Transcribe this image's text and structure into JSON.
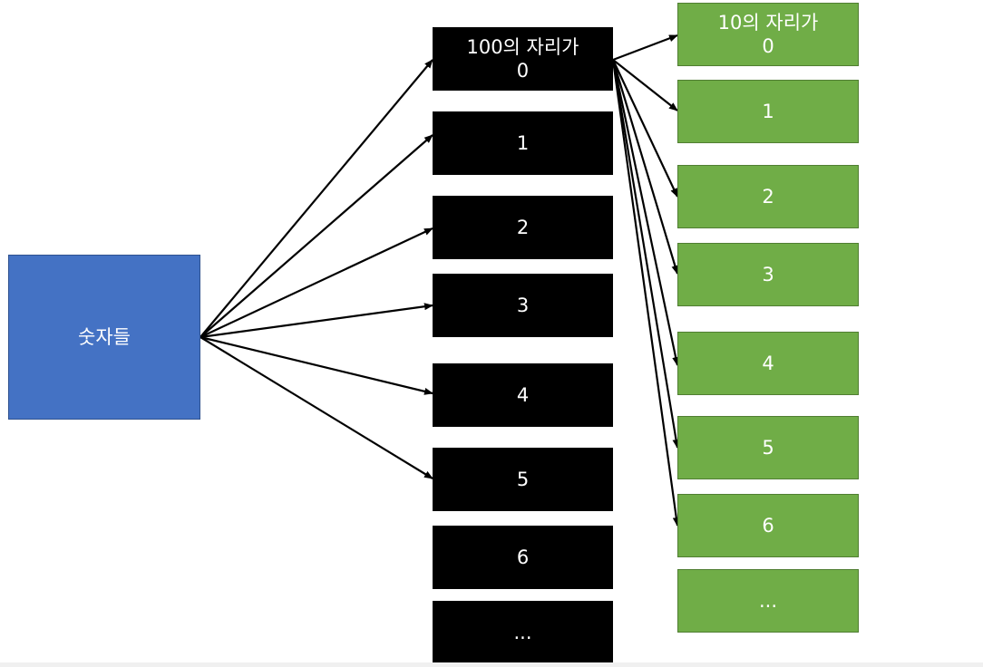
{
  "source": {
    "label": "숫자들"
  },
  "hundreds": [
    {
      "label": "100의 자리가\n0"
    },
    {
      "label": "1"
    },
    {
      "label": "2"
    },
    {
      "label": "3"
    },
    {
      "label": "4"
    },
    {
      "label": "5"
    },
    {
      "label": "6"
    },
    {
      "label": "..."
    }
  ],
  "tens": [
    {
      "label": "10의 자리가\n0"
    },
    {
      "label": "1"
    },
    {
      "label": "2"
    },
    {
      "label": "3"
    },
    {
      "label": "4"
    },
    {
      "label": "5"
    },
    {
      "label": "6"
    },
    {
      "label": "..."
    }
  ],
  "colors": {
    "source_fill": "#4472c4",
    "hundreds_fill": "#000000",
    "tens_fill": "#70ad47",
    "arrow": "#000000"
  }
}
